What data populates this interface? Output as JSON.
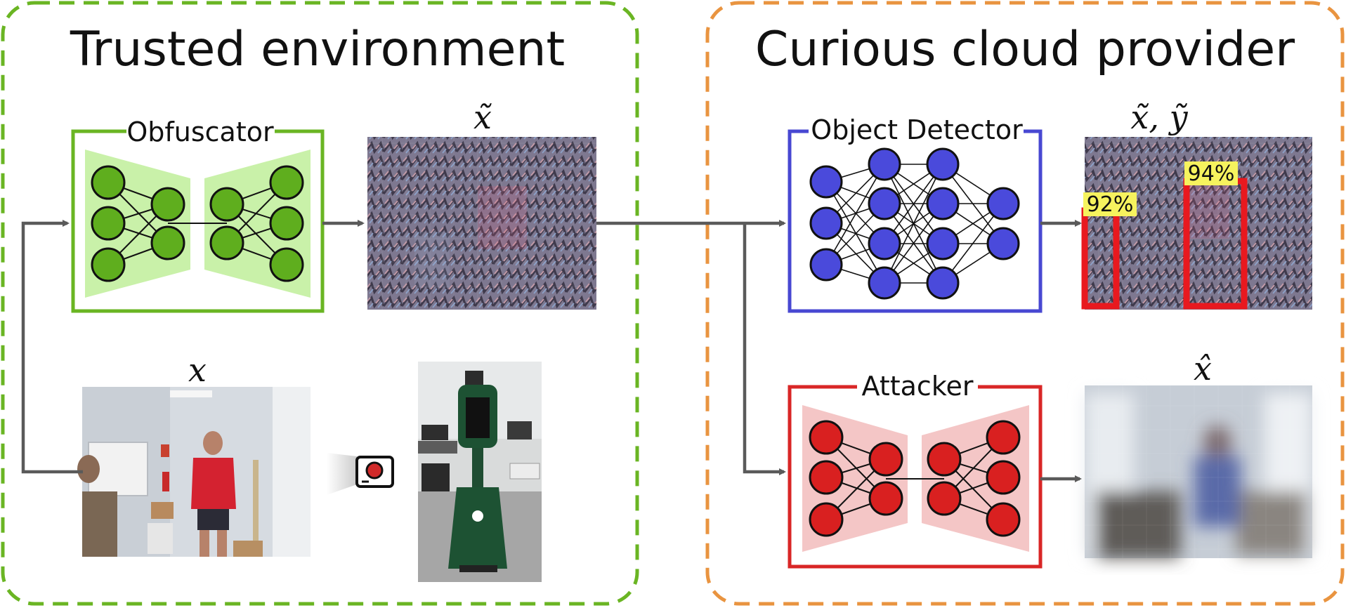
{
  "colors": {
    "trusted": "#6ab523",
    "cloud": "#e99440",
    "obfuscator": "#6ab523",
    "obfuscator_fill": "#c9f1a9",
    "detector": "#4848d2",
    "attacker": "#d92626",
    "attacker_fill": "#f4c6c6",
    "arrow": "#5a5a5a",
    "detection_box": "#e8191f",
    "confidence_bg": "#f6f35e"
  },
  "panels": {
    "trusted_title": "Trusted environment",
    "cloud_title": "Curious cloud provider"
  },
  "modules": {
    "obfuscator_label": "Obfuscator",
    "detector_label": "Object Detector",
    "attacker_label": "Attacker"
  },
  "math_labels": {
    "obfuscated": "x̃",
    "input": "x",
    "detections": "x̃, ỹ",
    "reconstruction": "x̂"
  },
  "detections": [
    {
      "confidence": "92%"
    },
    {
      "confidence": "94%"
    }
  ],
  "icons": {
    "camera": "camera-icon"
  }
}
